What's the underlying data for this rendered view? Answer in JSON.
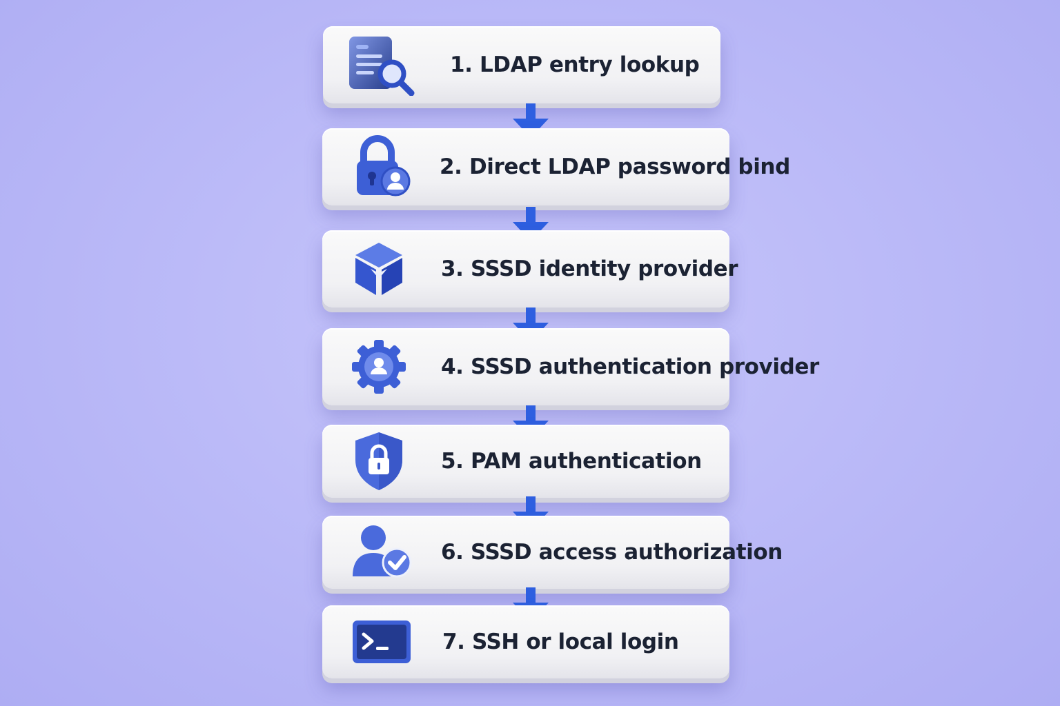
{
  "colors": {
    "background": "#bdbcf8",
    "card": "#f4f4f6",
    "accent": "#3d5fd6",
    "text": "#1b2233",
    "arrow": "#2e5fe0"
  },
  "steps": [
    {
      "label": "1. LDAP entry lookup",
      "icon": "document-search-icon"
    },
    {
      "label": "2. Direct LDAP password bind",
      "icon": "padlock-user-icon"
    },
    {
      "label": "3. SSSD identity provider",
      "icon": "cube-icon"
    },
    {
      "label": "4. SSSD authentication provider",
      "icon": "gear-user-icon"
    },
    {
      "label": "5. PAM authentication",
      "icon": "shield-lock-icon"
    },
    {
      "label": "6. SSSD access authorization",
      "icon": "user-check-icon"
    },
    {
      "label": "7. SSH or local login",
      "icon": "terminal-icon"
    }
  ]
}
